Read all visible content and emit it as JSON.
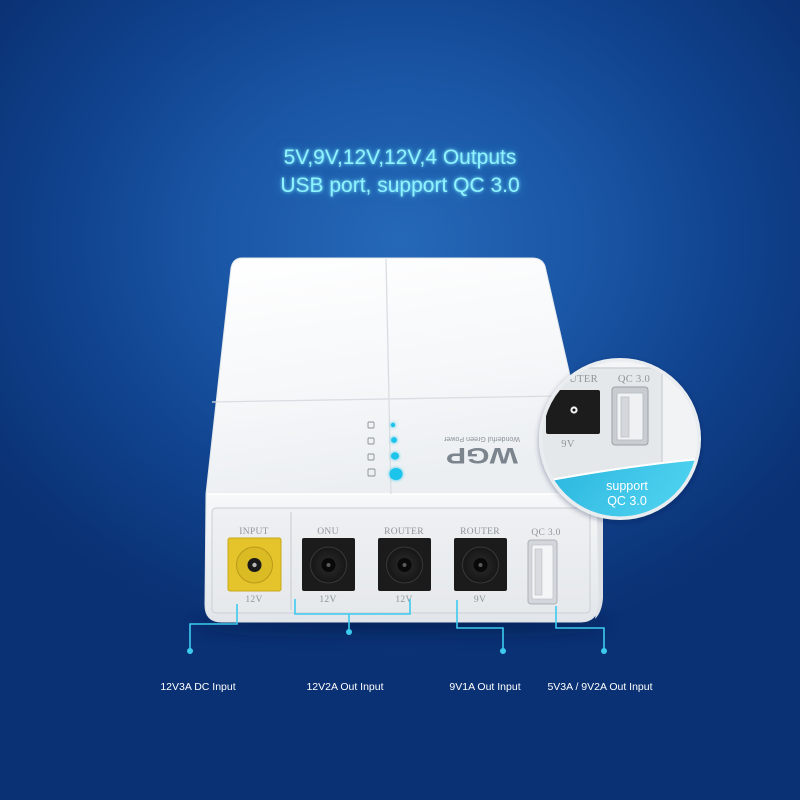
{
  "headline": {
    "line1": "5V,9V,12V,12V,4 Outputs",
    "line2": "USB port, support QC 3.0"
  },
  "colors": {
    "background_center": "#2668b8",
    "background_edge": "#0a3173",
    "headline": "#8ef3ff",
    "accent": "#3ccbee",
    "device_body": "#f3f5f7",
    "input_port": "#e4c42a",
    "output_port": "#1b1b1b"
  },
  "device": {
    "logo_text": "WGP",
    "logo_tagline": "Wonderful Green Power",
    "ports": [
      {
        "label": "INPUT",
        "voltage": "12V"
      },
      {
        "label": "ONU",
        "voltage": "12V"
      },
      {
        "label": "ROUTER",
        "voltage": "12V"
      },
      {
        "label": "ROUTER",
        "voltage": "9V"
      },
      {
        "label": "QC 3.0"
      }
    ]
  },
  "zoom": {
    "router_label": "ROUTER",
    "usb_label": "QC 3.0",
    "voltage": "9V",
    "caption_line1": "support",
    "caption_line2": "QC 3.0"
  },
  "callouts": [
    {
      "label": "12V3A DC Input"
    },
    {
      "label": "12V2A Out Input"
    },
    {
      "label": "9V1A Out Input"
    },
    {
      "label": "5V3A / 9V2A Out Input"
    }
  ]
}
